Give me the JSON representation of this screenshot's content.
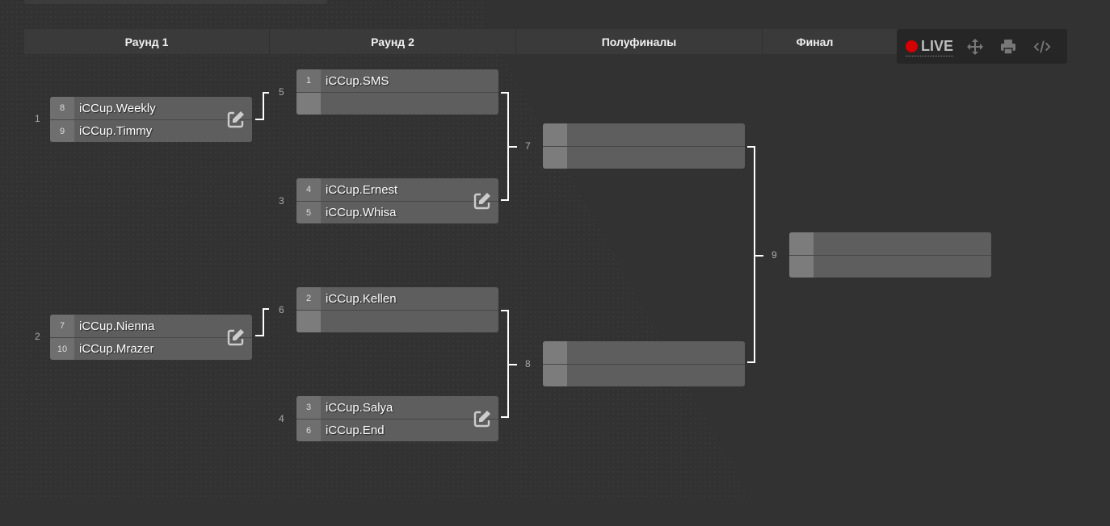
{
  "rounds": [
    "Раунд 1",
    "Раунд 2",
    "Полуфиналы",
    "Финал"
  ],
  "toolbar": {
    "live_label": "LIVE",
    "live_color": "#d40000",
    "icons": [
      "move-icon",
      "print-icon",
      "embed-code-icon"
    ]
  },
  "matches": [
    {
      "id": "1",
      "players": [
        {
          "seed": "8",
          "name": "iCCup.Weekly"
        },
        {
          "seed": "9",
          "name": "iCCup.Timmy"
        }
      ],
      "editable": true
    },
    {
      "id": "2",
      "players": [
        {
          "seed": "7",
          "name": "iCCup.Nienna"
        },
        {
          "seed": "10",
          "name": "iCCup.Mrazer"
        }
      ],
      "editable": true
    },
    {
      "id": "5",
      "players": [
        {
          "seed": "1",
          "name": "iCCup.SMS"
        },
        {
          "seed": "",
          "name": ""
        }
      ],
      "editable": false
    },
    {
      "id": "3",
      "players": [
        {
          "seed": "4",
          "name": "iCCup.Ernest"
        },
        {
          "seed": "5",
          "name": "iCCup.Whisa"
        }
      ],
      "editable": true
    },
    {
      "id": "6",
      "players": [
        {
          "seed": "2",
          "name": "iCCup.Kellen"
        },
        {
          "seed": "",
          "name": ""
        }
      ],
      "editable": false
    },
    {
      "id": "4",
      "players": [
        {
          "seed": "3",
          "name": "iCCup.Salya"
        },
        {
          "seed": "6",
          "name": "iCCup.End"
        }
      ],
      "editable": true
    },
    {
      "id": "7",
      "players": [
        {
          "seed": "",
          "name": ""
        },
        {
          "seed": "",
          "name": ""
        }
      ],
      "editable": false
    },
    {
      "id": "8",
      "players": [
        {
          "seed": "",
          "name": ""
        },
        {
          "seed": "",
          "name": ""
        }
      ],
      "editable": false
    },
    {
      "id": "9",
      "players": [
        {
          "seed": "",
          "name": ""
        },
        {
          "seed": "",
          "name": ""
        }
      ],
      "editable": false
    }
  ]
}
